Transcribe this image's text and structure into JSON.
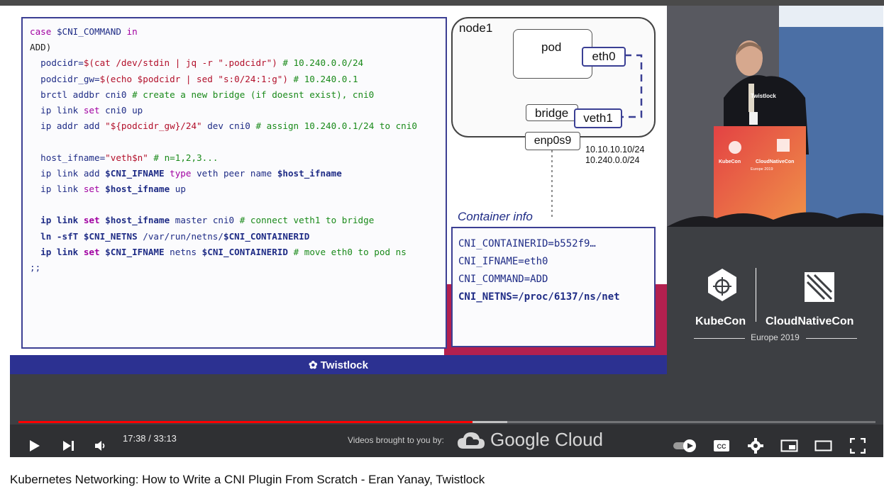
{
  "slide": {
    "code": {
      "line1_kw": "case",
      "line1_var": "$CNI_COMMAND",
      "line1_kw2": "in",
      "line2": "ADD)",
      "line3_a": "  podcidr=",
      "line3_str": "$(cat /dev/stdin | jq -r \".podcidr\")",
      "line3_cmt": "# 10.240.0.0/24",
      "line4_a": "  podcidr_gw=",
      "line4_str": "$(echo $podcidr | sed \"s:0/24:1:g\")",
      "line4_cmt": "# 10.240.0.1",
      "line5_a": "  brctl addbr cni0 ",
      "line5_cmt": "# create a new bridge (if doesnt exist), cni0",
      "line6_a": "  ip link ",
      "line6_kw": "set",
      "line6_b": " cni0 up",
      "line7_a": "  ip addr add ",
      "line7_str": "\"${podcidr_gw}/24\"",
      "line7_b": " dev cni0 ",
      "line7_cmt": "# assign 10.240.0.1/24 to cni0",
      "line9_a": "  host_ifname=",
      "line9_str": "\"veth$n\"",
      "line9_cmt": " # n=1,2,3...",
      "line10_a": "  ip link add ",
      "line10_var": "$CNI_IFNAME",
      "line10_kw": " type",
      "line10_b": " veth peer name ",
      "line10_var2": "$host_ifname",
      "line11_a": "  ip link ",
      "line11_kw": "set",
      "line11_var": " $host_ifname",
      "line11_b": " up",
      "line13_a": "  ip link ",
      "line13_kw": "set",
      "line13_var": " $host_ifname",
      "line13_b": " master cni0 ",
      "line13_cmt": "# connect veth1 to bridge",
      "line14_a": "  ln -sfT ",
      "line14_var": "$CNI_NETNS",
      "line14_b": " /var/run/netns/",
      "line14_var2": "$CNI_CONTAINERID",
      "line15_a": "  ip link ",
      "line15_kw": "set",
      "line15_var": " $CNI_IFNAME",
      "line15_b": " netns ",
      "line15_var2": "$CNI_CONTAINERID",
      "line15_cmt": " # move eth0 to pod ns",
      "line16": ";;"
    },
    "diagram": {
      "node_label": "node1",
      "pod_label": "pod",
      "eth0_label": "eth0",
      "bridge_label": "bridge",
      "veth1_label": "veth1",
      "enp_label": "enp0s9",
      "ip1": "10.10.10.10/24",
      "ip2": "10.240.0.0/24"
    },
    "container_info": {
      "title": "Container info",
      "line1": "CNI_CONTAINERID=b552f9…",
      "line2": "CNI_IFNAME=eth0",
      "line3": "CNI_COMMAND=ADD",
      "line4": "CNI_NETNS=/proc/6137/ns/net"
    },
    "footer_logo": "Twistlock",
    "accent_colors": {
      "navy": "#2c3191",
      "pink": "#b3204f"
    }
  },
  "speaker": {
    "shirt_text": "Twistlock",
    "podium_brand_1": "KubeCon",
    "podium_brand_2": "CloudNativeCon",
    "podium_brand_3": "Europe 2019"
  },
  "branding": {
    "kubecon": "KubeCon",
    "cloudnativecon": "CloudNativeCon",
    "europe": "Europe 2019"
  },
  "player": {
    "time": "17:38 / 33:13",
    "progress_fraction": 0.53,
    "buffered_fraction": 0.57,
    "sponsor_text": "Videos brought to you by:",
    "sponsor_brand": "Google Cloud",
    "icons": [
      "play-icon",
      "next-icon",
      "volume-icon",
      "autoplay-toggle-icon",
      "captions-icon",
      "settings-icon",
      "miniplayer-icon",
      "theater-icon",
      "fullscreen-icon"
    ],
    "captions_label": "CC"
  },
  "video_title": "Kubernetes Networking: How to Write a CNI Plugin From Scratch - Eran Yanay, Twistlock"
}
